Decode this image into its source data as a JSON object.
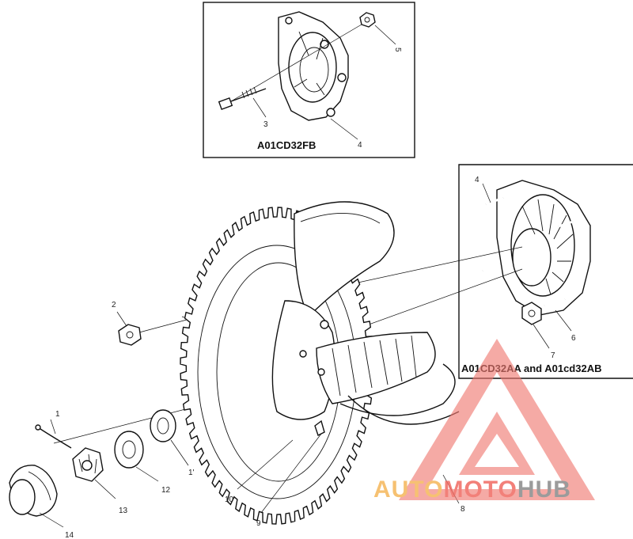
{
  "boxes": {
    "top": {
      "label": "A01CD32FB"
    },
    "right": {
      "label": "A01CD32AA and A01cd32AB"
    }
  },
  "callouts": [
    "1",
    "2",
    "3",
    "4",
    "5",
    "4",
    "6",
    "7",
    "8",
    "9",
    "10",
    "1'",
    "12",
    "13",
    "14"
  ],
  "watermark": {
    "part1": "AUTO",
    "part2": "MOTO",
    "part3": "HUB",
    "colors": {
      "auto": "#f5b75a",
      "moto": "#f06a62",
      "hub": "#8a8a8a",
      "triangle": "#f07a72"
    }
  }
}
